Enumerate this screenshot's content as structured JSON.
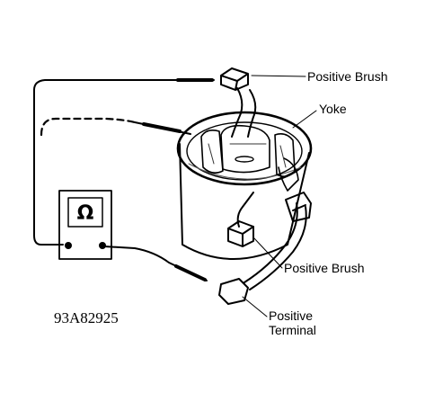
{
  "labels": {
    "positive_brush_top": "Positive Brush",
    "yoke": "Yoke",
    "positive_brush_bottom": "Positive Brush",
    "positive_terminal_line1": "Positive",
    "positive_terminal_line2": "Terminal"
  },
  "meter": {
    "symbol": "Ω"
  },
  "figure_id": "93A82925"
}
